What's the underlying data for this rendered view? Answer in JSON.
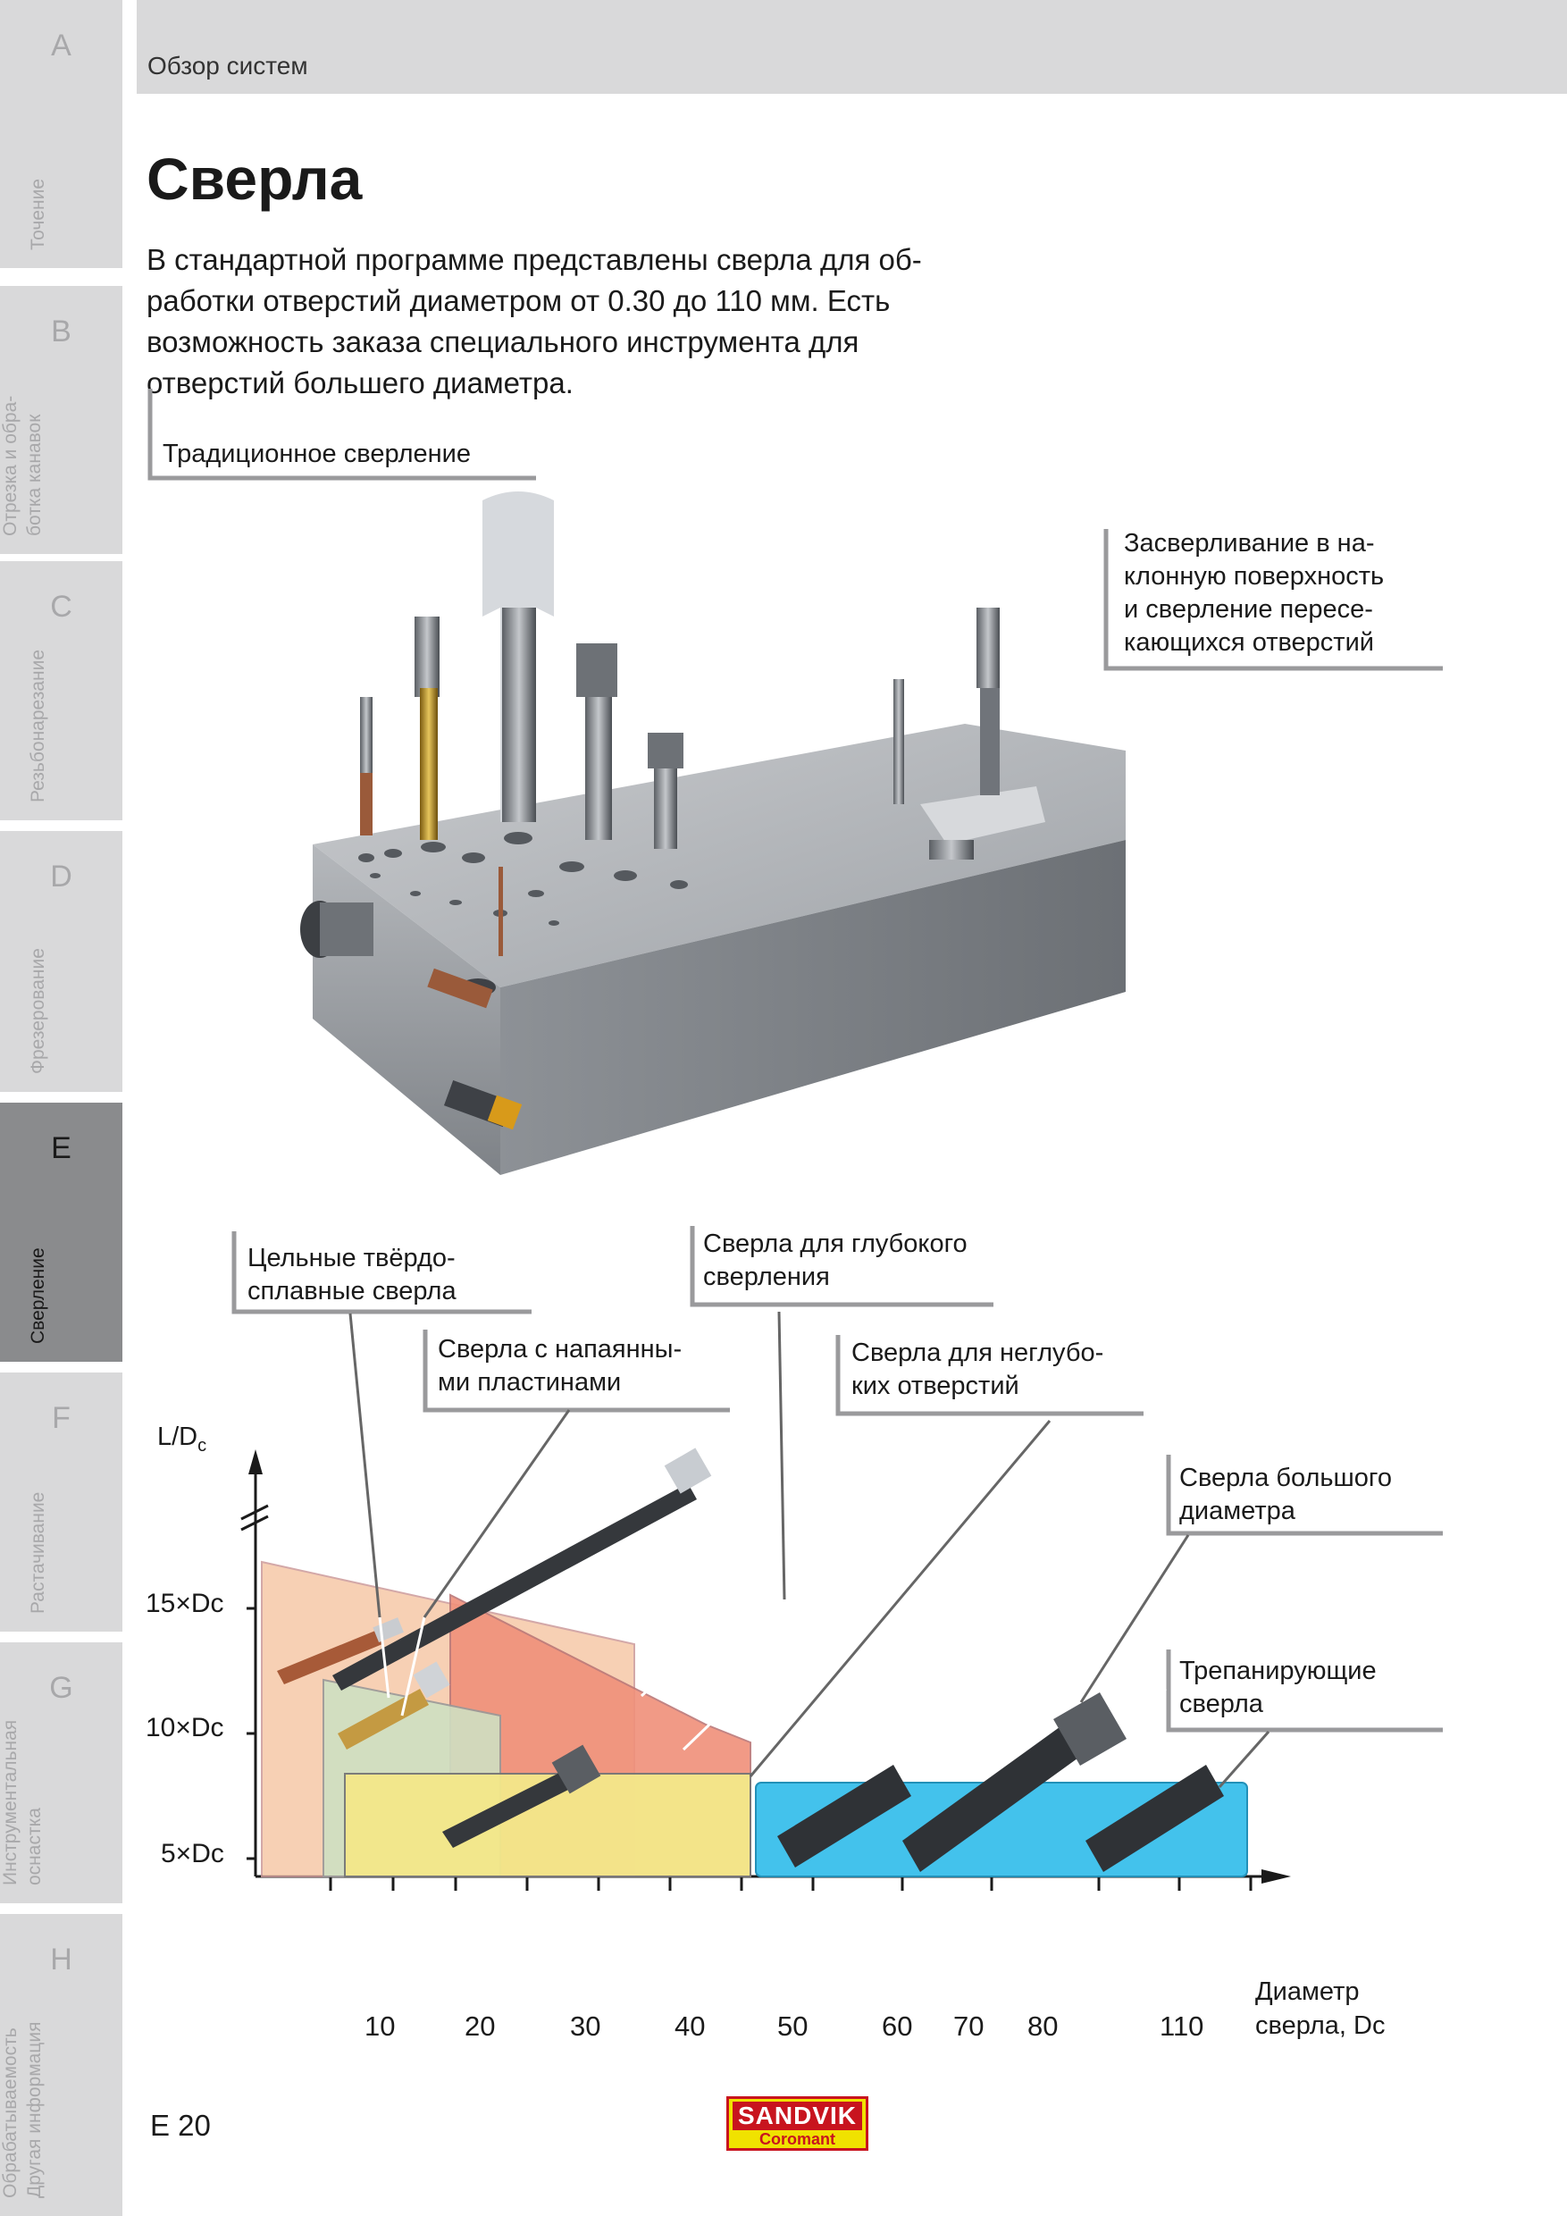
{
  "header": {
    "section": "Обзор систем"
  },
  "title": "Сверла",
  "intro": [
    "В стандартной программе представлены сверла для об-",
    "работки отверстий диаметром от 0.30 до 110 мм. Есть",
    "возможность заказа специального инструмента для",
    "отверстий большего диаметра."
  ],
  "tabs": [
    {
      "letter": "A",
      "label": "Точение"
    },
    {
      "letter": "B",
      "label": "Отрезка и обра-\nботка канавок"
    },
    {
      "letter": "C",
      "label": "Резьбонарезание"
    },
    {
      "letter": "D",
      "label": "Фрезерование"
    },
    {
      "letter": "E",
      "label": "Сверление",
      "active": true
    },
    {
      "letter": "F",
      "label": "Растачивание"
    },
    {
      "letter": "G",
      "label": "Инструментальная\nоснастка"
    },
    {
      "letter": "H",
      "label": "Обрабатываемость\nДругая информация"
    }
  ],
  "callouts": {
    "traditional": [
      "Традиционное сверление"
    ],
    "inclined": [
      "Засверливание в на-",
      "клонную поверхность",
      "и сверление пересе-",
      "кающихся отверстий"
    ],
    "solid_carbide": [
      "Цельные твёрдо-",
      "сплавные сверла"
    ],
    "brazed": [
      "Сверла с напаянны-",
      "ми пластинами"
    ],
    "deep_hole": [
      "Сверла для глубокого",
      "сверления"
    ],
    "shallow": [
      "Сверла для неглубо-",
      "ких отверстий"
    ],
    "large_diameter": [
      "Сверла большого",
      "диаметра"
    ],
    "trepanning": [
      "Трепанирующие",
      "сверла"
    ]
  },
  "chart_data": {
    "type": "area",
    "ylabel": "L/Dc",
    "xlabel": "Диаметр сверла, Dc",
    "y_ticks": [
      "15×Dc",
      "10×Dc",
      "5×Dc"
    ],
    "x_ticks": [
      "10",
      "20",
      "30",
      "40",
      "50",
      "60",
      "70",
      "80",
      "110"
    ]
  },
  "footer": {
    "page": "E 20",
    "logo_top": "SANDVIK",
    "logo_bottom": "Coromant"
  },
  "colors": {
    "tab_bg": "#d9d9da",
    "tab_active": "#8a8b8d",
    "logo_red": "#c8141e",
    "logo_yellow": "#f0e200"
  }
}
